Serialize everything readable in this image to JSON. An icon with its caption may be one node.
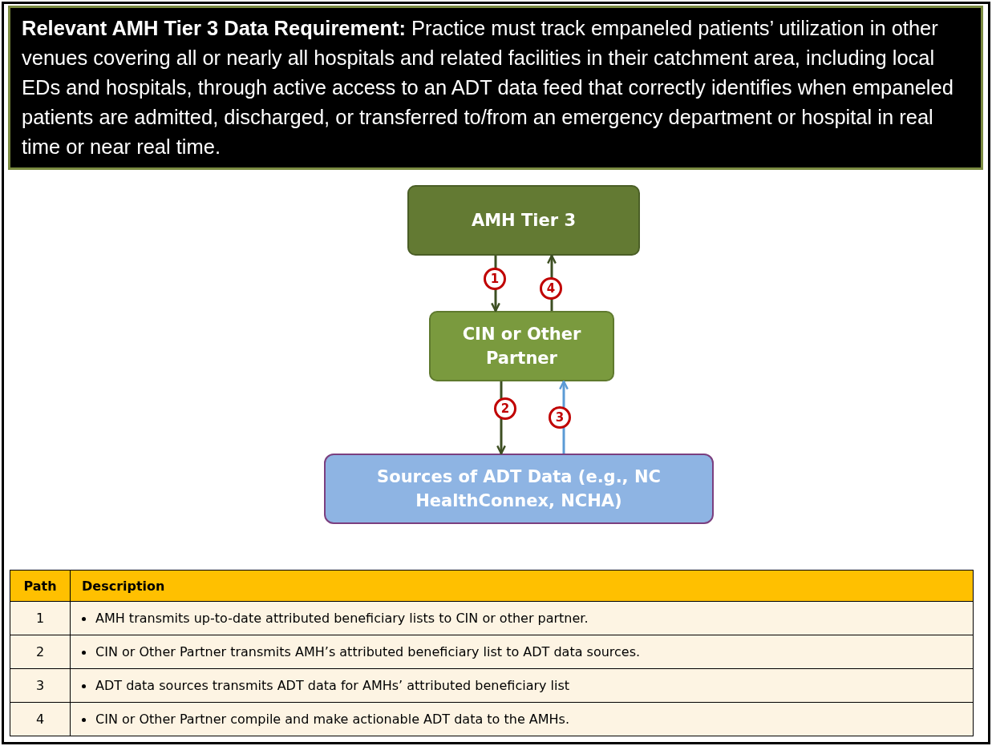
{
  "diagram": {
    "nodes": [
      {
        "text": [
          "**Relevant AMH Tier 3 Data Requirement:** Practice must track empaneled patients’ utilization in other venues covering all or nearly all hospitals and related facilities in their catchment area, including local EDs and hospitals, through active access to an ADT data feed that correctly identifies when empaneled patients are admitted, discharged, or transferred to/from an emergency department or hospital in real time or near real time."
        ]
      },
      {
        "text": [
          "AMH Tier 3"
        ]
      },
      {
        "text": [
          "CIN or Other Partner"
        ]
      },
      {
        "text": [
          "Sources of ADT Data (e.g., NC HealthConnex, NCHA)"
        ]
      }
    ],
    "edges": [
      {
        "from": 1,
        "to": 2,
        "arrow": "to",
        "label": "1"
      },
      {
        "from": 2,
        "to": 1,
        "arrow": "to",
        "label": "4"
      },
      {
        "from": 2,
        "to": 3,
        "arrow": "to",
        "label": "2"
      },
      {
        "from": 3,
        "to": 2,
        "arrow": "to",
        "label": "3",
        "color": "#5b9bd5"
      }
    ],
    "labels": [
      "Path",
      "Description",
      "1",
      "AMH transmits up-to-date attributed beneficiary lists to CIN or other partner.",
      "2",
      "CIN or Other Partner transmits AMH’s attributed beneficiary list to ADT data sources.",
      "3",
      "ADT data sources transmits ADT data for AMHs’ attributed beneficiary list",
      "4",
      "CIN or Other Partner compile and make actionable ADT data to the AMHs."
    ]
  }
}
